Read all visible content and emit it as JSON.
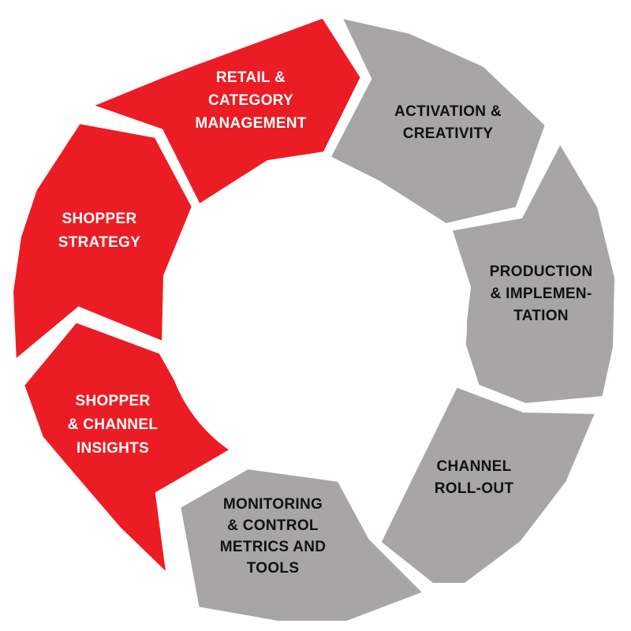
{
  "colors": {
    "red": "#ec1c24",
    "gray": "#a7a5a6",
    "white": "#ffffff",
    "label_on_red": "#ffffff",
    "label_on_gray": "#111111"
  },
  "segments": [
    {
      "id": "retail-category-management",
      "tone": "red",
      "lines": [
        "RETAIL &",
        "CATEGORY",
        "MANAGEMENT"
      ]
    },
    {
      "id": "activation-creativity",
      "tone": "gray",
      "lines": [
        "ACTIVATION &",
        "CREATIVITY"
      ]
    },
    {
      "id": "production-implementation",
      "tone": "gray",
      "lines": [
        "PRODUCTION",
        "& IMPLEMEN-",
        "TATION"
      ]
    },
    {
      "id": "channel-roll-out",
      "tone": "gray",
      "lines": [
        "CHANNEL",
        "ROLL-OUT"
      ]
    },
    {
      "id": "monitoring-control",
      "tone": "gray",
      "lines": [
        "MONITORING",
        "& CONTROL",
        "METRICS AND",
        "TOOLS"
      ]
    },
    {
      "id": "shopper-channel-insights",
      "tone": "red",
      "lines": [
        "SHOPPER",
        "& CHANNEL",
        "INSIGHTS"
      ]
    },
    {
      "id": "shopper-strategy",
      "tone": "red",
      "lines": [
        "SHOPPER",
        "STRATEGY"
      ]
    }
  ]
}
